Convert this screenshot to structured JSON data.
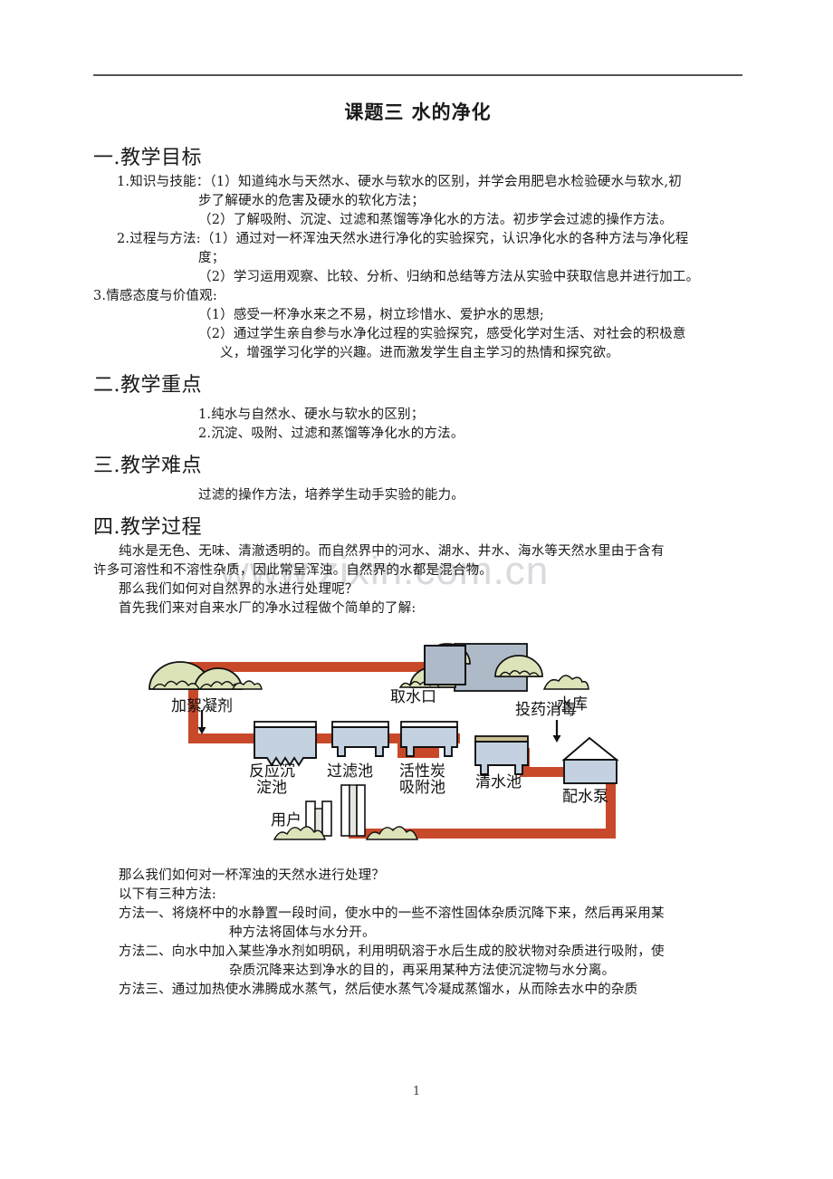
{
  "document": {
    "title": "课题三  水的净化",
    "page_number": "1",
    "watermark": "www.zixin.com.cn"
  },
  "sections": {
    "objectives": {
      "heading": "一.教学目标",
      "lines": [
        "1.知识与技能：（1）知道纯水与天然水、硬水与软水的区别，并学会用肥皂水检验硬水与软水,初",
        "步了解硬水的危害及硬水的软化方法；",
        "（2）了解吸附、沉淀、过滤和蒸馏等净化水的方法。初步学会过滤的操作方法。",
        "2.过程与方法:（1）通过对一杯浑浊天然水进行净化的实验探究，认识净化水的各种方法与净化程",
        "度；",
        "（2）学习运用观察、比较、分析、归纳和总结等方法从实验中获取信息并进行加工。",
        "3.情感态度与价值观:",
        "（1）感受一杯净水来之不易，树立珍惜水、爱护水的思想;",
        "（2）通过学生亲自参与水净化过程的实验探究，感受化学对生活、对社会的积极意",
        "义，增强学习化学的兴趣。进而激发学生自主学习的热情和探究欲。"
      ]
    },
    "key_points": {
      "heading": "二.教学重点",
      "lines": [
        "1.纯水与自然水、硬水与软水的区别；",
        "2.沉淀、吸附、过滤和蒸馏等净化水的方法。"
      ]
    },
    "difficulties": {
      "heading": "三.教学难点",
      "lines": [
        "过滤的操作方法，培养学生动手实验的能力。"
      ]
    },
    "process": {
      "heading": "四.教学过程",
      "intro_lines": [
        "纯水是无色、无味、清澈透明的。而自然界中的河水、湖水、井水、海水等天然水里由于含有",
        "许多可溶性和不溶性杂质，因此常呈浑浊。自然界的水都是混合物。",
        "那么我们如何对自然界的水进行处理呢？",
        "首先我们来对自来水厂的净水过程做个简单的了解:"
      ],
      "after_figure_lines": [
        "那么我们如何对一杯浑浊的天然水进行处理？",
        "以下有三种方法:",
        "方法一、将烧杯中的水静置一段时间，使水中的一些不溶性固体杂质沉降下来，然后再采用某",
        "种方法将固体与水分开。",
        "方法二、向水中加入某些净水剂如明矾，利用明矾溶于水后生成的胶状物对杂质进行吸附，使",
        "杂质沉降来达到净水的目的，再采用某种方法使沉淀物与水分离。",
        "方法三、通过加热使水沸腾成水蒸气，然后使水蒸气冷凝成蒸馏水，从而除去水中的杂质"
      ]
    }
  },
  "figure": {
    "caption_labels": {
      "intake": "取水口",
      "reservoir": "水库",
      "coagulant": "加絮凝剂",
      "settling_tank": "反应沉",
      "settling_tank_2": "淀池",
      "filter_tank": "过滤池",
      "carbon_tank": "活性炭",
      "carbon_tank_2": "吸附池",
      "clearwater_tank": "清水池",
      "disinfect": "投药消毒",
      "pump": "配水泵",
      "users": "用户"
    },
    "colors": {
      "pipe": "#c8492a",
      "tank_fill": "#c3d1e0",
      "hill_fill": "#dde3b8",
      "water_fill": "#aebac8",
      "outline": "#1a1a1a"
    }
  }
}
